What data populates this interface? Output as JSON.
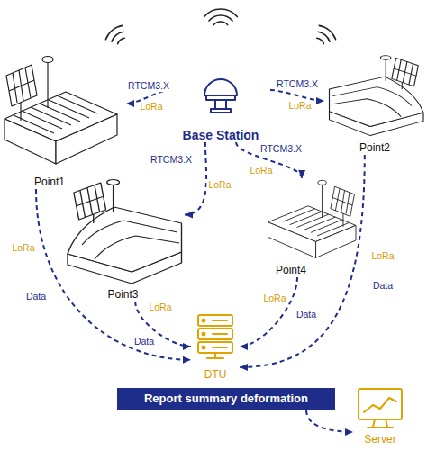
{
  "diagram": {
    "nodes": [
      {
        "text": [
          "Base Station"
        ]
      },
      {
        "text": [
          "Point1"
        ]
      },
      {
        "text": [
          "Point2"
        ]
      },
      {
        "text": [
          "Point3"
        ]
      },
      {
        "text": [
          "Point4"
        ]
      },
      {
        "text": [
          "DTU"
        ]
      },
      {
        "text": [
          "Report summary deformation"
        ]
      },
      {
        "text": [
          "Server"
        ]
      }
    ],
    "edges": [
      {
        "from": 0,
        "to": 1,
        "arrow": "to",
        "label": "RTCM3.X"
      },
      {
        "from": 0,
        "to": 2,
        "arrow": "to",
        "label": "RTCM3.X"
      },
      {
        "from": 0,
        "to": 3,
        "arrow": "to",
        "label": "RTCM3.X"
      },
      {
        "from": 0,
        "to": 4,
        "arrow": "to",
        "label": "RTCM3.X"
      },
      {
        "from": 1,
        "to": 5,
        "arrow": "to",
        "label": "Data"
      },
      {
        "from": 3,
        "to": 5,
        "arrow": "to",
        "label": "Data"
      },
      {
        "from": 4,
        "to": 5,
        "arrow": "to",
        "label": "Data"
      },
      {
        "from": 2,
        "to": 5,
        "arrow": "to",
        "label": "Data"
      },
      {
        "from": 6,
        "to": 7,
        "arrow": "to"
      }
    ],
    "labels": [
      "LoRa",
      "LoRa",
      "LoRa",
      "LoRa",
      "LoRa",
      "LoRa",
      "LoRa",
      "LoRa"
    ]
  }
}
